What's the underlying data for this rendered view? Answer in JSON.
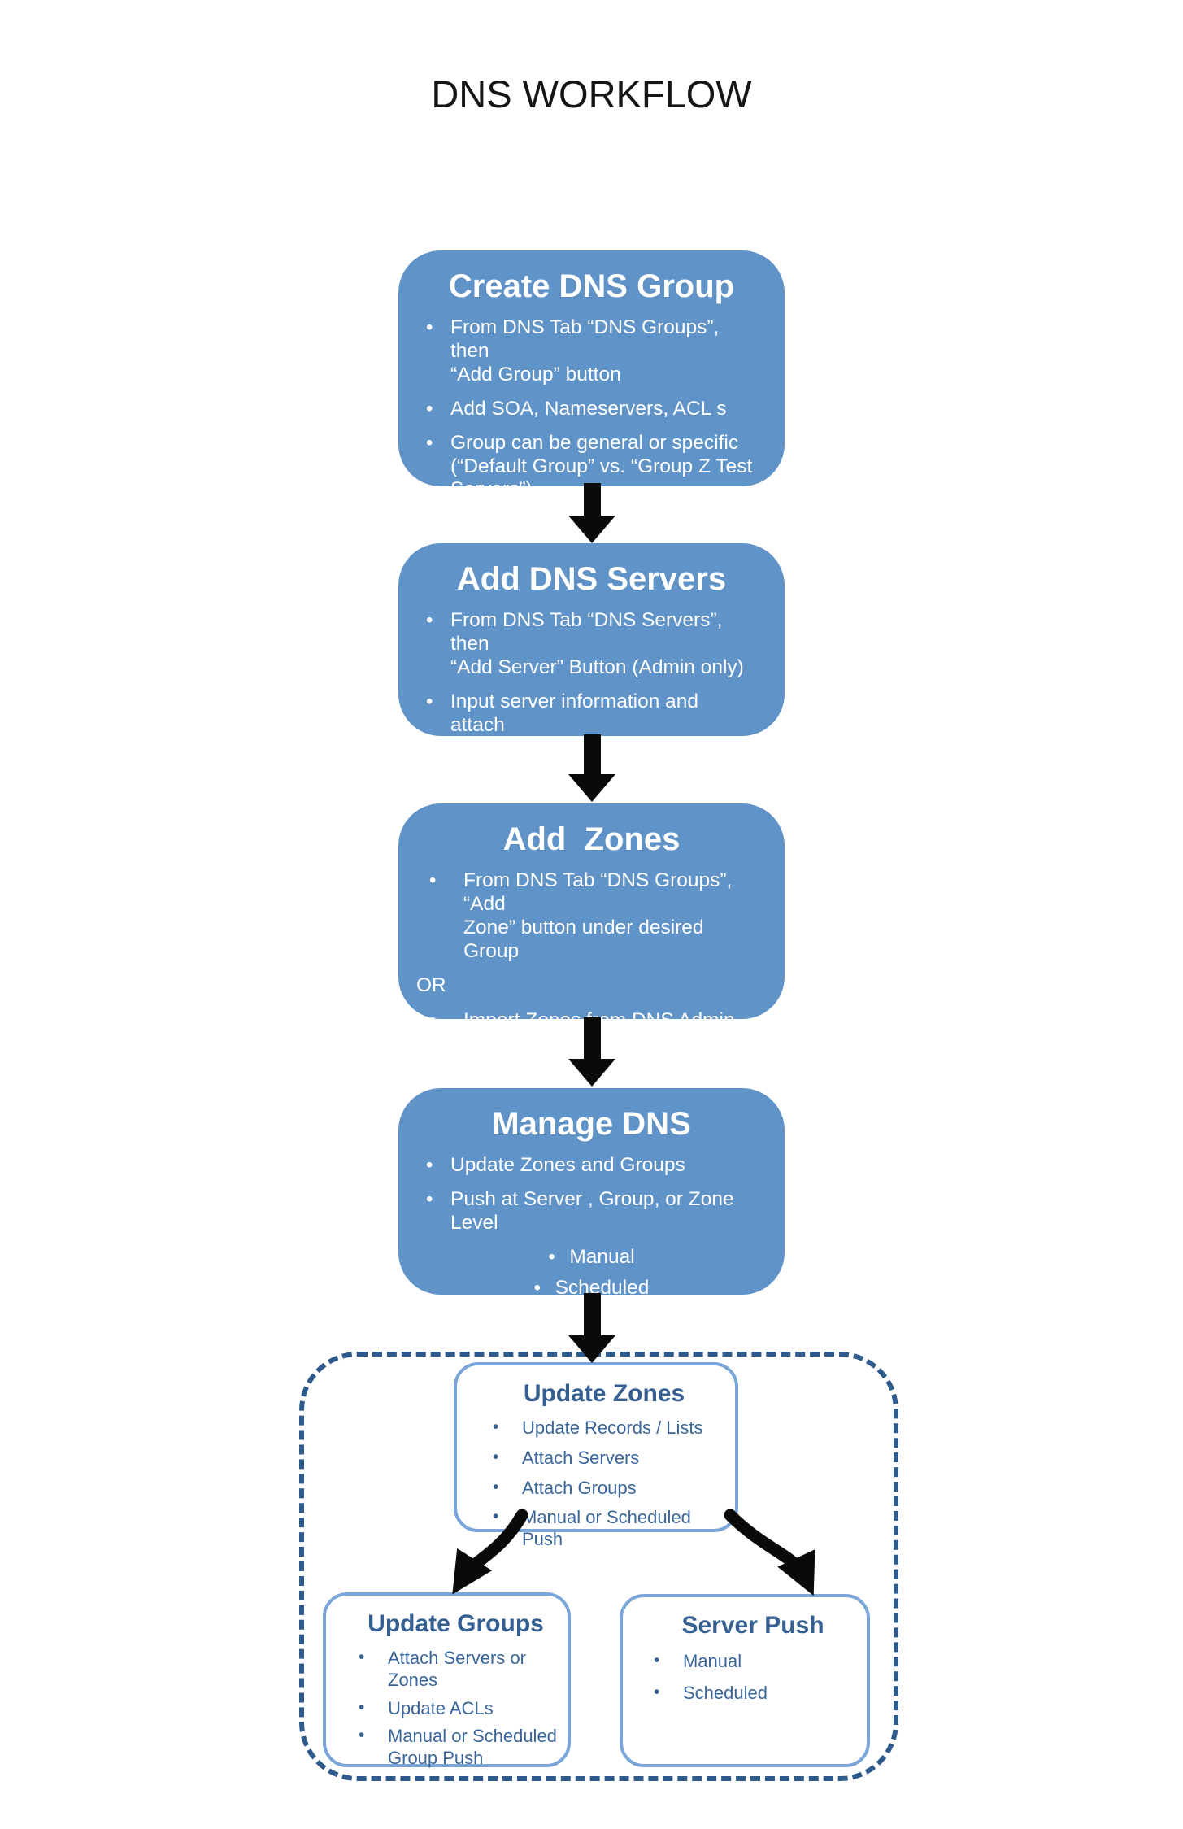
{
  "title": "DNS WORKFLOW",
  "glyphs": {
    "bullet": "•"
  },
  "colors": {
    "flow_box_fill": "#6093c8",
    "flow_box_text": "#ffffff",
    "sub_box_border": "#7aa5d8",
    "sub_box_text": "#38618e",
    "dashed_border": "#2e5a8c",
    "arrow": "#0a0a0a",
    "title_text": "#151515"
  },
  "flow": [
    {
      "title": "Create DNS Group",
      "bullets": [
        "From DNS Tab “DNS Groups”, then\n“Add Group” button",
        "Add SOA, Nameservers, ACL s",
        "Group can be general or specific\n(“Default Group” vs. “Group Z Test\nServers”)"
      ]
    },
    {
      "title": "Add DNS Servers",
      "bullets": [
        "From DNS Tab “DNS Servers”, then\n“Add Server” Button (Admin only)",
        "Input server information and attach\nto Group"
      ]
    },
    {
      "title": "Add  Zones",
      "bullets": [
        "From DNS Tab “DNS Groups”, “Add\nZone” button under desired Group"
      ],
      "or_label": "OR",
      "bullets_after": [
        "Import Zones from DNS Admin ->\nData Import"
      ]
    },
    {
      "title": "Manage DNS",
      "bullets": [
        "Update Zones and Groups",
        "Push at Server , Group, or Zone Level"
      ],
      "sub_bullets": [
        "Manual",
        "Scheduled"
      ]
    }
  ],
  "detail": {
    "update_zones": {
      "title": "Update Zones",
      "bullets": [
        "Update Records / Lists",
        "Attach Servers",
        "Attach Groups",
        "Manual or Scheduled Push"
      ]
    },
    "update_groups": {
      "title": "Update Groups",
      "bullets": [
        "Attach Servers or\nZones",
        "Update ACLs",
        "Manual or Scheduled\nGroup Push"
      ]
    },
    "server_push": {
      "title": "Server Push",
      "bullets": [
        "Manual",
        "Scheduled"
      ]
    }
  }
}
